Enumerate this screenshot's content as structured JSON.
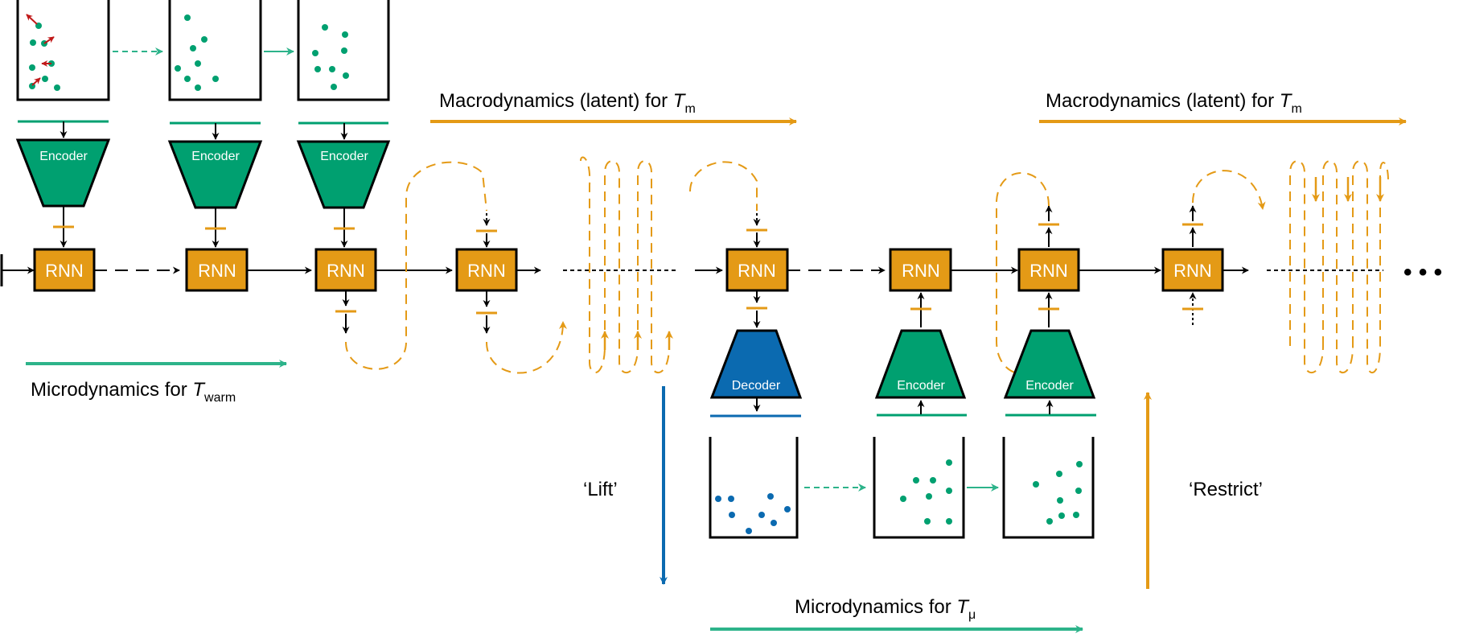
{
  "colors": {
    "orange": "#e49a16",
    "green": "#00a070",
    "green_arrow": "#2db38a",
    "blue": "#0b6ab0",
    "black": "#000000",
    "red": "#c01818"
  },
  "blocks": {
    "rnn": "RNN",
    "encoder": "Encoder",
    "decoder": "Decoder"
  },
  "labels": {
    "macro_left": {
      "text": "Macrodynamics (latent) for ",
      "italic": "T",
      "sub": "m"
    },
    "macro_right": {
      "text": "Macrodynamics (latent) for ",
      "italic": "T",
      "sub": "m"
    },
    "micro_warm": {
      "text": "Microdynamics for ",
      "italic": "T",
      "sub": "warm"
    },
    "micro_mu": {
      "text": "Microdynamics for ",
      "italic": "T",
      "sub": "μ"
    },
    "lift": "‘Lift’",
    "restrict": "‘Restrict’",
    "ellipsis": "• • •"
  },
  "icons": [
    "arrow-icon",
    "particle-box-icon",
    "encoder-trapezoid-icon",
    "decoder-trapezoid-icon",
    "rnn-block-icon",
    "ellipsis-icon"
  ]
}
